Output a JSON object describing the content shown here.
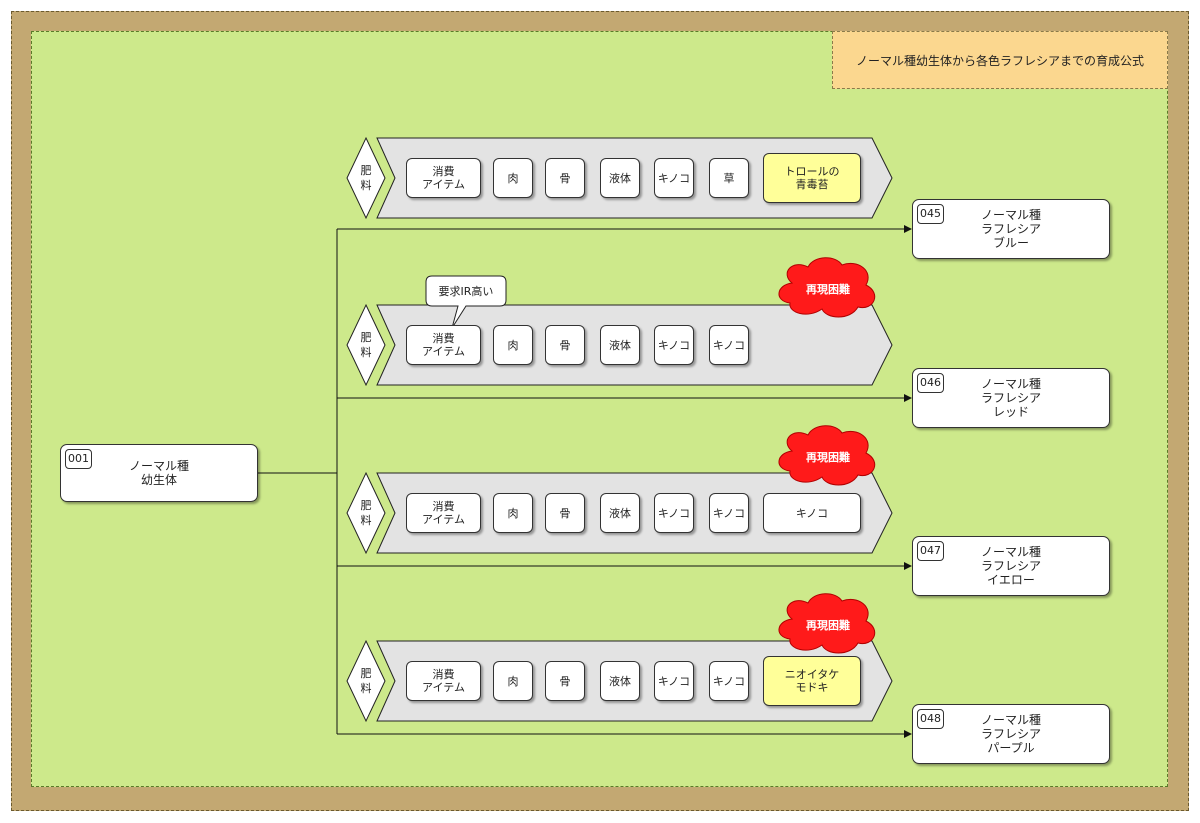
{
  "title": "ノーマル種幼生体から各色ラフレシアまでの育成公式",
  "source": {
    "id": "001",
    "label": "ノーマル種\n幼生体"
  },
  "fertilizer_label": "肥\n料",
  "tooltip": "要求IR高い",
  "difficulty_label": "再現困難",
  "recipes": [
    {
      "items": [
        {
          "label": "消費\nアイテム"
        },
        {
          "label": "肉"
        },
        {
          "label": "骨"
        },
        {
          "label": "液体"
        },
        {
          "label": "キノコ"
        },
        {
          "label": "草"
        },
        {
          "label": "トロールの\n青毒苔",
          "highlight": true
        }
      ],
      "result": {
        "id": "045",
        "label": "ノーマル種\nラフレシア\nブルー"
      },
      "difficult": false
    },
    {
      "items": [
        {
          "label": "消費\nアイテム"
        },
        {
          "label": "肉"
        },
        {
          "label": "骨"
        },
        {
          "label": "液体"
        },
        {
          "label": "キノコ"
        },
        {
          "label": "キノコ"
        }
      ],
      "result": {
        "id": "046",
        "label": "ノーマル種\nラフレシア\nレッド"
      },
      "difficult": true
    },
    {
      "items": [
        {
          "label": "消費\nアイテム"
        },
        {
          "label": "肉"
        },
        {
          "label": "骨"
        },
        {
          "label": "液体"
        },
        {
          "label": "キノコ"
        },
        {
          "label": "キノコ"
        },
        {
          "label": "キノコ"
        }
      ],
      "result": {
        "id": "047",
        "label": "ノーマル種\nラフレシア\nイエロー"
      },
      "difficult": true
    },
    {
      "items": [
        {
          "label": "消費\nアイテム"
        },
        {
          "label": "肉"
        },
        {
          "label": "骨"
        },
        {
          "label": "液体"
        },
        {
          "label": "キノコ"
        },
        {
          "label": "キノコ"
        },
        {
          "label": "ニオイタケ\nモドキ",
          "highlight": true
        }
      ],
      "result": {
        "id": "048",
        "label": "ノーマル種\nラフレシア\nパープル"
      },
      "difficult": true
    }
  ],
  "colors": {
    "outer_frame": "#c3a872",
    "inner_panel": "#cde98b",
    "note": "#fbd78f",
    "highlight_item": "#ffff99",
    "difficulty_cloud": "#ff1a1a",
    "arrow_band": "#e3e3e3"
  }
}
